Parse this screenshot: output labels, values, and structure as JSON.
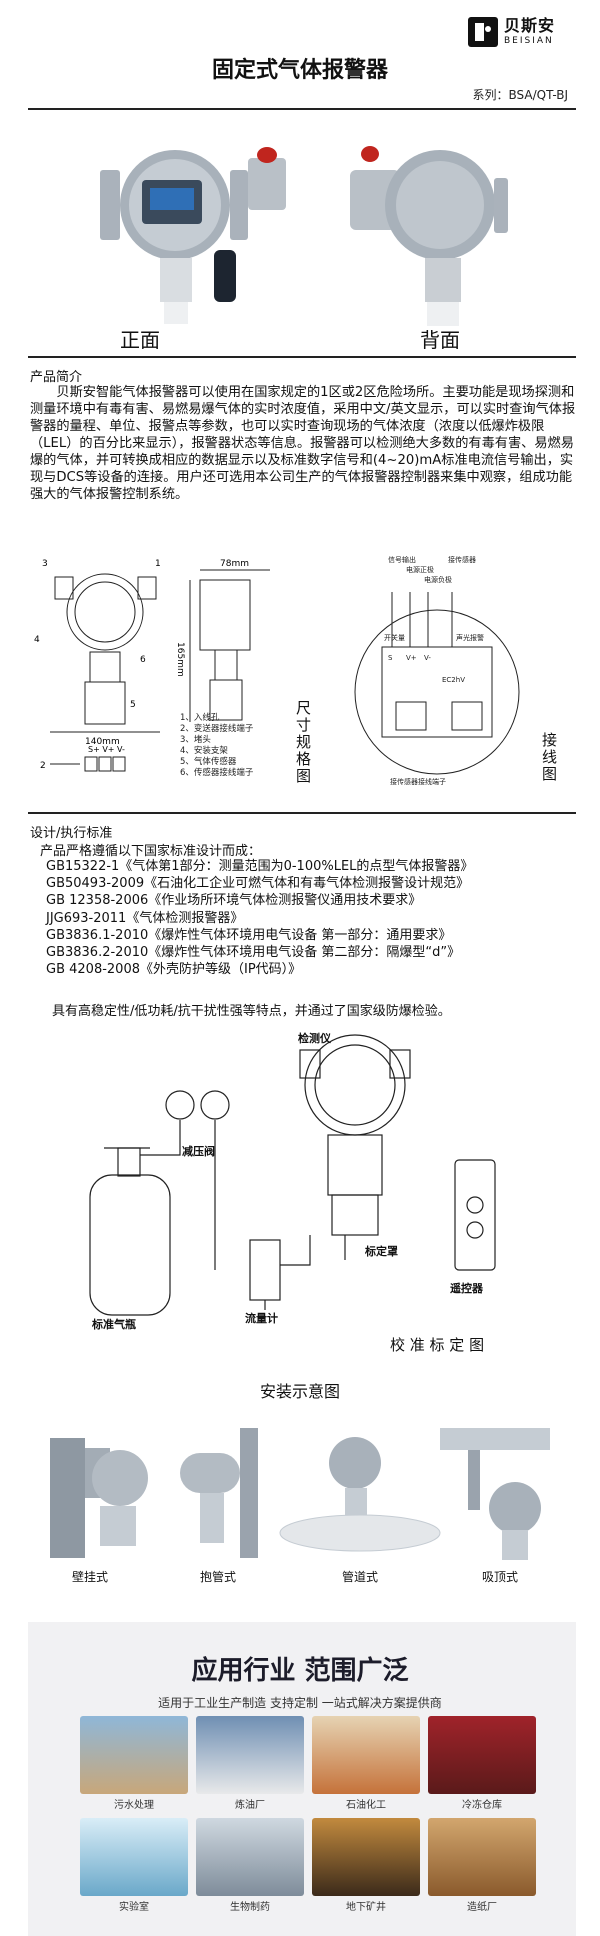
{
  "brand": {
    "cn": "贝斯安",
    "en": "BEISIAN"
  },
  "title": "固定式气体报警器",
  "series": "系列：BSA/QT-BJ",
  "views": {
    "front": "正面",
    "back": "背面"
  },
  "intro": {
    "heading": "产品简介",
    "body": "贝斯安智能气体报警器可以使用在国家规定的1区或2区危险场所。主要功能是现场探测和测量环境中有毒有害、易燃易爆气体的实时浓度值，采用中文/英文显示，可以实时查询气体报警器的量程、单位、报警点等参数，也可以实时查询现场的气体浓度（浓度以低爆炸极限（LEL）的百分比来显示），报警器状态等信息。报警器可以检测绝大多数的有毒有害、易燃易爆的气体，并可转换成相应的数据显示以及标准数字信号和(4~20)mA标准电流信号输出，实现与DCS等设备的连接。用户还可选用本公司生产的气体报警器控制器来集中观察，组成功能强大的气体报警控制系统。"
  },
  "dim": {
    "w_top": "78mm",
    "h_side": "165mm",
    "w_bottom": "140mm",
    "terms": "S+ V+ V-",
    "num1": "1",
    "num2": "2",
    "num3": "3",
    "num4": "4",
    "num5": "5",
    "num6": "6",
    "legend": [
      "1、入线孔",
      "2、变送器接线端子",
      "3、堵头",
      "4、安装支架",
      "5、气体传感器",
      "6、传感器接线端子"
    ],
    "caption": [
      "尺",
      "寸",
      "规",
      "格",
      "图"
    ]
  },
  "wiring": {
    "top_labels": [
      "信号输出",
      "电源正极",
      "电源负极",
      "接传感器"
    ],
    "sub_labels": [
      "S",
      "V+",
      "V-"
    ],
    "board": "EC2hV",
    "left_tag": "开关量",
    "right_tag": "声光报警",
    "bottom_label": "接传感器接线端子",
    "caption": [
      "接",
      "线",
      "图"
    ]
  },
  "standards": {
    "heading": "设计/执行标准",
    "intro": "产品严格遵循以下国家标准设计而成：",
    "items": [
      "GB15322-1《气体第1部分：测量范围为0-100%LEL的点型气体报警器》",
      "GB50493-2009《石油化工企业可燃气体和有毒气体检测报警设计规范》",
      "GB 12358-2006《作业场所环境气体检测报警仪通用技术要求》",
      "JJG693-2011《气体检测报警器》",
      "GB3836.1-2010《爆炸性气体环境用电气设备 第一部分：通用要求》",
      "GB3836.2-2010《爆炸性气体环境用电气设备 第二部分：隔爆型“d”》",
      "GB 4208-2008《外壳防护等级（IP代码）》"
    ],
    "closing": "具有高稳定性/低功耗/抗干扰性强等特点，并通过了国家级防爆检验。"
  },
  "calibration": {
    "detector": "检测仪",
    "regulator": "减压阀",
    "cylinder": "标准气瓶",
    "flowmeter": "流量计",
    "cover": "标定罩",
    "remote": "遥控器",
    "caption": "校 准 标 定 图"
  },
  "install": {
    "heading": "安装示意图",
    "items": [
      "壁挂式",
      "抱管式",
      "管道式",
      "吸顶式"
    ]
  },
  "apps": {
    "title": "应用行业 范围广泛",
    "subtitle": "适用于工业生产制造  支持定制  一站式解决方案提供商",
    "items": [
      "污水处理",
      "炼油厂",
      "石油化工",
      "冷冻仓库",
      "实验室",
      "生物制药",
      "地下矿井",
      "造纸厂"
    ]
  },
  "colors": {
    "accent": "#1c1c2a",
    "device": "#9aa3ad",
    "alarm_red": "#c0251e"
  }
}
